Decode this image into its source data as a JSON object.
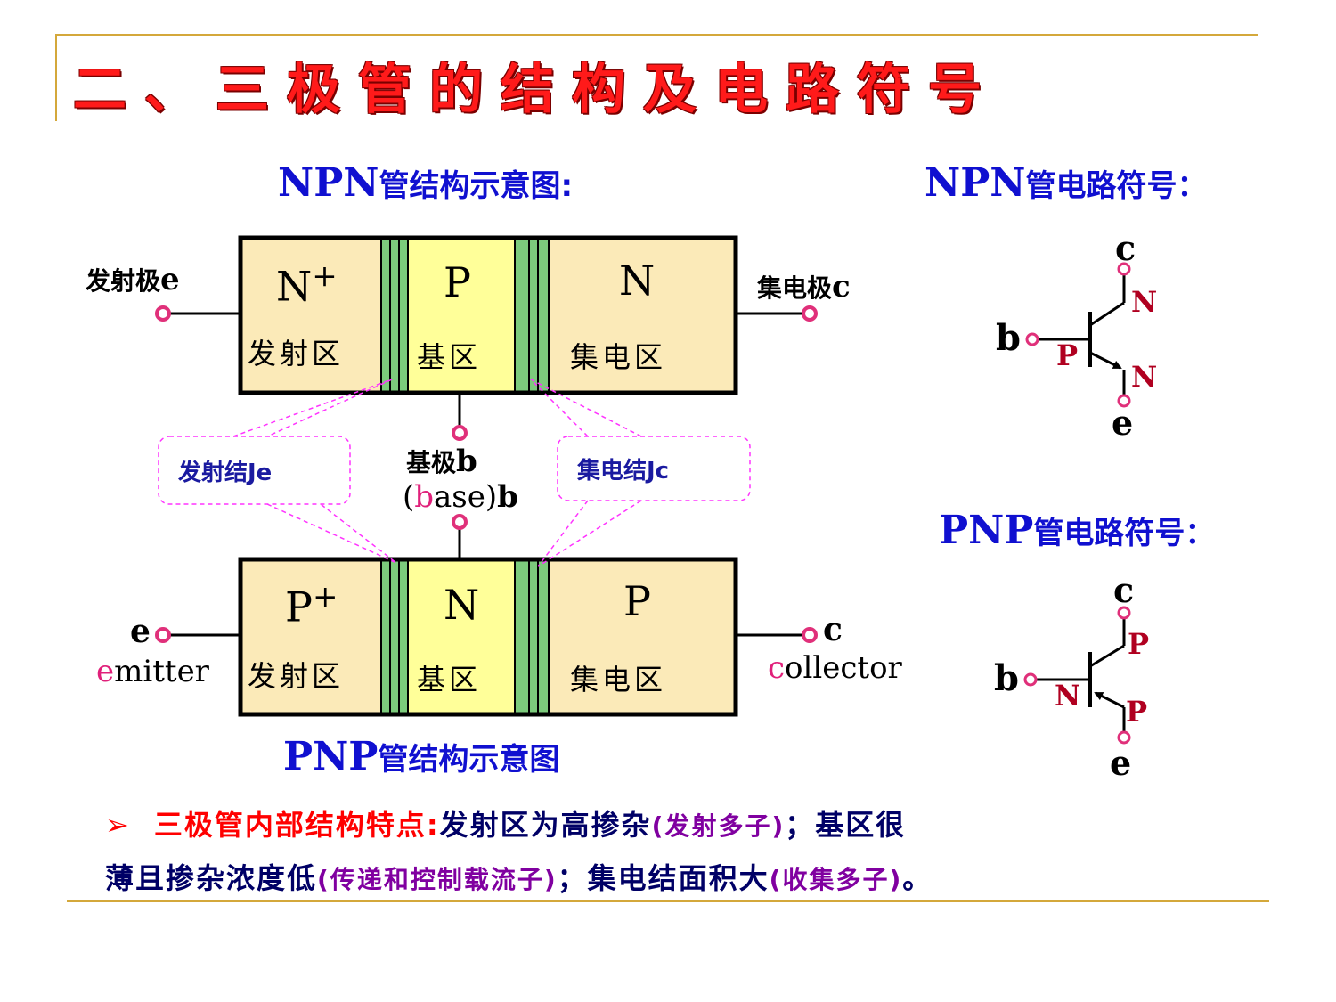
{
  "title": "二、三极管的结构及电路符号",
  "npn_structure": {
    "header_latin": "NPN",
    "header_cjk": "管结构示意图:",
    "regions": [
      {
        "letter": "N",
        "sup": "+",
        "name": "发射区"
      },
      {
        "letter": "P",
        "sup": "",
        "name": "基区"
      },
      {
        "letter": "N",
        "sup": "",
        "name": "集电区"
      }
    ],
    "emitter_label_cjk": "发射极",
    "emitter_label_letter": "e",
    "collector_label_cjk": "集电极",
    "collector_label_letter": "c"
  },
  "base": {
    "label_cjk": "基极",
    "label_letter": "b",
    "open_paren": "(",
    "base_initial": "b",
    "base_rest": "ase)",
    "base_letter": "b"
  },
  "junctions": {
    "emitter_junction": "发射结Je",
    "collector_junction": "集电结Jc"
  },
  "pnp_structure": {
    "header_latin": "PNP",
    "header_cjk": "管结构示意图",
    "regions": [
      {
        "letter": "P",
        "sup": "+",
        "name": "发射区"
      },
      {
        "letter": "N",
        "sup": "",
        "name": "基区"
      },
      {
        "letter": "P",
        "sup": "",
        "name": "集电区"
      }
    ],
    "emitter_letter": "e",
    "emitter_initial": "e",
    "emitter_rest": "mitter",
    "collector_letter": "c",
    "collector_initial": "c",
    "collector_rest": "ollector"
  },
  "npn_symbol": {
    "header_latin": "NPN",
    "header_cjk": "管电路符号：",
    "c": "c",
    "b": "b",
    "e": "e",
    "label_top": "N",
    "label_base": "P",
    "label_bottom": "N"
  },
  "pnp_symbol": {
    "header_latin": "PNP",
    "header_cjk": "管电路符号：",
    "c": "c",
    "b": "b",
    "e": "e",
    "label_top": "P",
    "label_base": "N",
    "label_bottom": "P"
  },
  "note": {
    "bullet": "➢",
    "lead": "三极管内部结构特点:",
    "p1": "发射区为高掺杂",
    "p1_paren": "(发射多子)",
    "p1_end": "；基区很",
    "p2": "薄且掺杂浓度低",
    "p2_paren": "(传递和控制载流子)",
    "p2_mid": "；集电结面积大",
    "p3_paren": "(收集多子)",
    "p3_end": "。"
  },
  "colors": {
    "title": "#ff1a1a",
    "header": "#1010d0",
    "region_outer": "#fbeab8",
    "region_base": "#ffff99",
    "junction_green": "#7ccb7c",
    "callout": "#ff33ff",
    "terminal": "#e0307a",
    "symbol_label": "#b00020",
    "accent_gold": "#d4a83b"
  }
}
